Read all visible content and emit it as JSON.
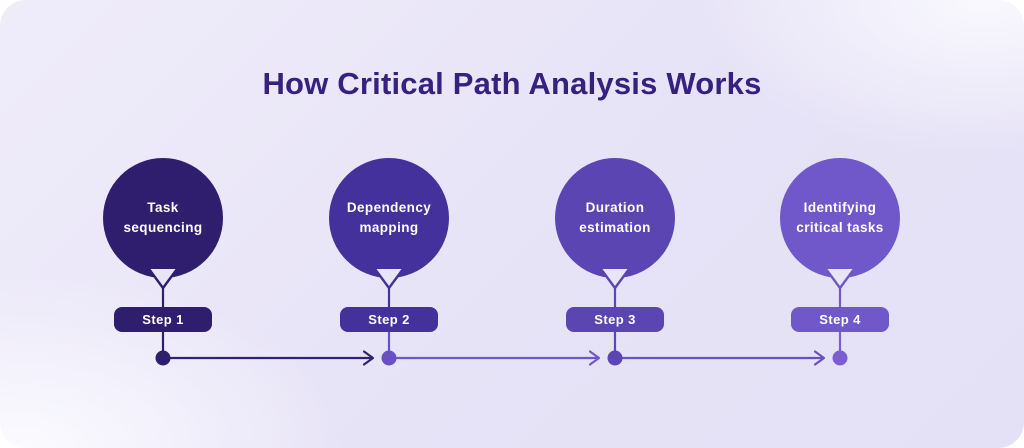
{
  "title": "How Critical Path Analysis Works",
  "steps": [
    {
      "badge": "Step 1",
      "line1": "Task",
      "line2": "sequencing",
      "color": "#2f1e6e",
      "dot_color": "#2f1e6e",
      "segment_color": "#342173"
    },
    {
      "badge": "Step 2",
      "line1": "Dependency",
      "line2": "mapping",
      "color": "#44319b",
      "dot_color": "#6950c4",
      "segment_color": "#7058c9"
    },
    {
      "badge": "Step 3",
      "line1": "Duration",
      "line2": "estimation",
      "color": "#5a45b2",
      "dot_color": "#5c46b6",
      "segment_color": "#6b50c0"
    },
    {
      "badge": "Step 4",
      "line1": "Identifying",
      "line2": "critical tasks",
      "color": "#7058ca",
      "dot_color": "#7a5ed2"
    }
  ],
  "palette": {
    "title_text": "#372180",
    "step_text": "#ffffff",
    "card_base": "#e7e3f7",
    "notch_fill": "#e8e5f7"
  },
  "icons": {
    "arrowhead": "chevron-right-icon",
    "node": "dot-icon"
  }
}
